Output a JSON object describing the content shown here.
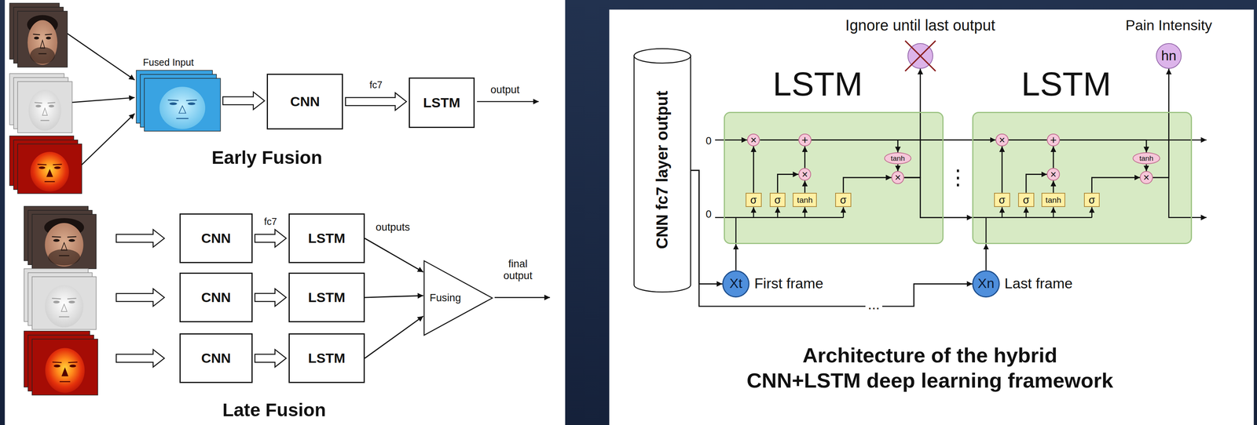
{
  "diagram": {
    "caption": "Architecture of the hybrid CNN+LSTM deep learning framework",
    "nodes": [
      {
        "text": [
          "Fused Input"
        ]
      },
      {
        "text": [
          "CNN"
        ]
      },
      {
        "text": [
          "LSTM"
        ]
      },
      {
        "text": [
          "CNN"
        ]
      },
      {
        "text": [
          "LSTM"
        ]
      },
      {
        "text": [
          "CNN"
        ]
      },
      {
        "text": [
          "LSTM"
        ]
      },
      {
        "text": [
          "CNN"
        ]
      },
      {
        "text": [
          "LSTM"
        ]
      },
      {
        "text": [
          "Fusing"
        ]
      },
      {
        "text": [
          "CNN fc7 layer output"
        ]
      },
      {
        "text": [
          "LSTM"
        ]
      },
      {
        "text": [
          "σ"
        ],
        "in": 11
      },
      {
        "text": [
          "σ"
        ],
        "in": 11
      },
      {
        "text": [
          "tanh"
        ],
        "in": 11
      },
      {
        "text": [
          "σ"
        ],
        "in": 11
      },
      {
        "text": [
          "×"
        ],
        "in": 11
      },
      {
        "text": [
          "+"
        ],
        "in": 11
      },
      {
        "text": [
          "×"
        ],
        "in": 11
      },
      {
        "text": [
          "tanh"
        ],
        "in": 11
      },
      {
        "text": [
          "×"
        ],
        "in": 11
      },
      {
        "text": [
          "LSTM"
        ]
      },
      {
        "text": [
          "σ"
        ],
        "in": 21
      },
      {
        "text": [
          "σ"
        ],
        "in": 21
      },
      {
        "text": [
          "tanh"
        ],
        "in": 21
      },
      {
        "text": [
          "σ"
        ],
        "in": 21
      },
      {
        "text": [
          "×"
        ],
        "in": 21
      },
      {
        "text": [
          "+"
        ],
        "in": 21
      },
      {
        "text": [
          "×"
        ],
        "in": 21
      },
      {
        "text": [
          "tanh"
        ],
        "in": 21
      },
      {
        "text": [
          "×"
        ],
        "in": 21
      },
      {
        "text": [
          "Ignore until last output"
        ]
      },
      {
        "text": [
          "Pain Intensity",
          "hn"
        ]
      },
      {
        "text": [
          "Xt",
          "First frame"
        ]
      },
      {
        "text": [
          "Xn",
          "Last frame"
        ]
      }
    ],
    "edges": [
      {
        "from": 0,
        "to": 1,
        "arrow": "to"
      },
      {
        "from": 1,
        "to": 2,
        "label": "fc7",
        "arrow": "to"
      },
      {
        "from": 3,
        "to": 4,
        "label": "fc7",
        "arrow": "to"
      },
      {
        "from": 5,
        "to": 6,
        "arrow": "to"
      },
      {
        "from": 7,
        "to": 8,
        "arrow": "to"
      },
      {
        "from": 4,
        "to": 9,
        "arrow": "to"
      },
      {
        "from": 6,
        "to": 9,
        "arrow": "to"
      },
      {
        "from": 8,
        "to": 9,
        "arrow": "to"
      },
      {
        "from": 10,
        "to": 33,
        "arrow": "to"
      },
      {
        "from": 10,
        "to": 34,
        "arrow": "to"
      },
      {
        "from": 33,
        "to": 11,
        "arrow": "to"
      },
      {
        "from": 34,
        "to": 21,
        "arrow": "to"
      },
      {
        "from": 12,
        "to": 16,
        "arrow": "to"
      },
      {
        "from": 13,
        "to": 18,
        "arrow": "to"
      },
      {
        "from": 14,
        "to": 18,
        "arrow": "to"
      },
      {
        "from": 18,
        "to": 17,
        "arrow": "to"
      },
      {
        "from": 16,
        "to": 17,
        "arrow": "none"
      },
      {
        "from": 15,
        "to": 20,
        "arrow": "to"
      },
      {
        "from": 17,
        "to": 19,
        "arrow": "to"
      },
      {
        "from": 19,
        "to": 20,
        "arrow": "to"
      },
      {
        "from": 22,
        "to": 26,
        "arrow": "to"
      },
      {
        "from": 23,
        "to": 28,
        "arrow": "to"
      },
      {
        "from": 24,
        "to": 28,
        "arrow": "to"
      },
      {
        "from": 28,
        "to": 27,
        "arrow": "to"
      },
      {
        "from": 26,
        "to": 27,
        "arrow": "none"
      },
      {
        "from": 25,
        "to": 30,
        "arrow": "to"
      },
      {
        "from": 27,
        "to": 29,
        "arrow": "to"
      },
      {
        "from": 29,
        "to": 30,
        "arrow": "to"
      },
      {
        "from": 17,
        "to": 26,
        "arrow": "to"
      },
      {
        "from": 20,
        "to": 21,
        "arrow": "to"
      },
      {
        "from": 20,
        "to": 31,
        "arrow": "to"
      },
      {
        "from": 30,
        "to": 32,
        "arrow": "to"
      }
    ],
    "labels": [
      "output",
      "Early Fusion",
      "outputs",
      "final output",
      "Late Fusion",
      "0",
      "0",
      "⋮",
      "..."
    ]
  }
}
